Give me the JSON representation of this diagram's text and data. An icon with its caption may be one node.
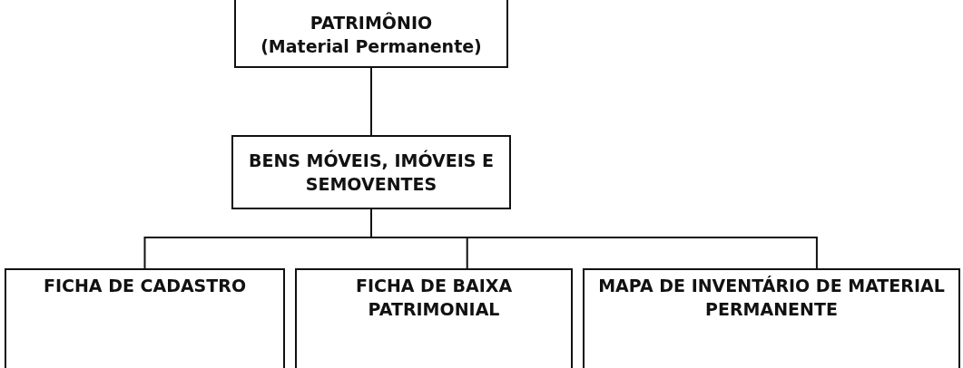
{
  "diagram": {
    "nodes": [
      {
        "text": [
          "PATRIMÔNIO",
          "(Material Permanente)"
        ]
      },
      {
        "text": [
          "BENS MÓVEIS, IMÓVEIS E SEMOVENTES"
        ]
      },
      {
        "text": [
          "FICHA DE CADASTRO"
        ]
      },
      {
        "text": [
          "FICHA DE BAIXA PATRIMONIAL"
        ]
      },
      {
        "text": [
          "MAPA DE INVENTÁRIO DE MATERIAL PERMANENTE"
        ]
      }
    ],
    "edges": [
      {
        "from": 0,
        "to": 1,
        "arrow": "none"
      },
      {
        "from": 1,
        "to": 2,
        "arrow": "none"
      },
      {
        "from": 1,
        "to": 3,
        "arrow": "none"
      },
      {
        "from": 1,
        "to": 4,
        "arrow": "none"
      }
    ]
  }
}
